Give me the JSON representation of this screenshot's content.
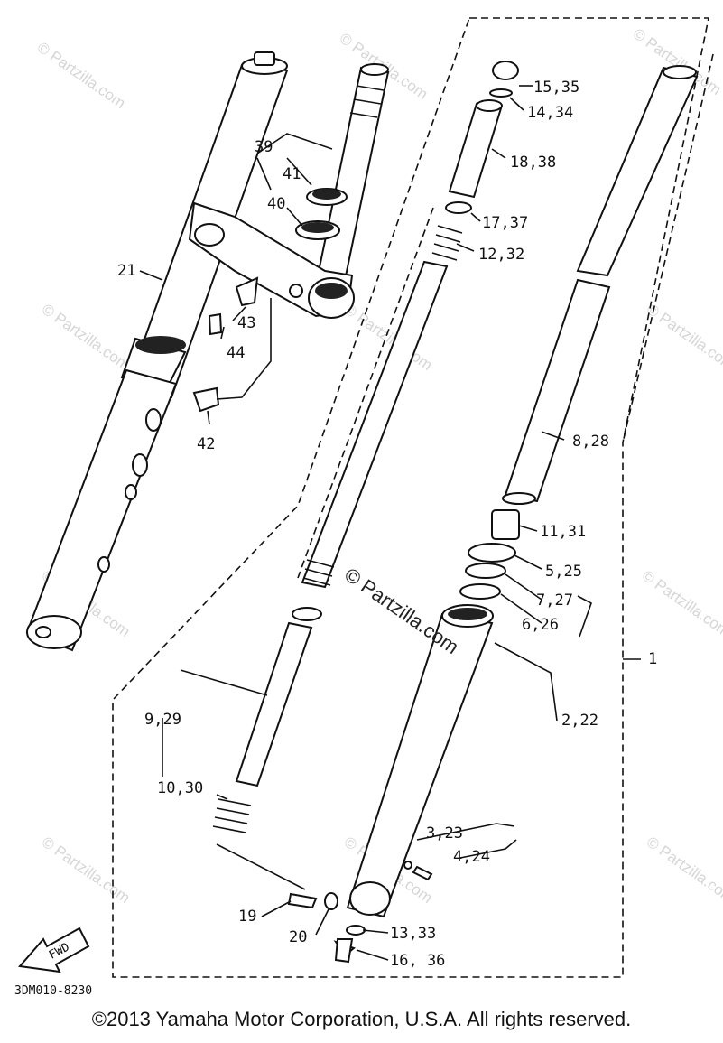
{
  "diagram": {
    "ref_code": "3DM010-8230",
    "fwd_label": "FWD",
    "copyright": "©2013 Yamaha Motor Corporation, U.S.A. All rights reserved.",
    "center_watermark": "© Partzilla.com",
    "watermark_text": "© Partzilla.com",
    "callouts": [
      {
        "id": "c15",
        "text": "15,35"
      },
      {
        "id": "c14",
        "text": "14,34"
      },
      {
        "id": "c18",
        "text": "18,38"
      },
      {
        "id": "c17",
        "text": "17,37"
      },
      {
        "id": "c12",
        "text": "12,32"
      },
      {
        "id": "c39",
        "text": "39"
      },
      {
        "id": "c41",
        "text": "41"
      },
      {
        "id": "c40",
        "text": "40"
      },
      {
        "id": "c21",
        "text": "21"
      },
      {
        "id": "c43",
        "text": "43"
      },
      {
        "id": "c44",
        "text": "44"
      },
      {
        "id": "c42",
        "text": "42"
      },
      {
        "id": "c8",
        "text": "8,28"
      },
      {
        "id": "c11",
        "text": "11,31"
      },
      {
        "id": "c5",
        "text": "5,25"
      },
      {
        "id": "c7",
        "text": "7,27"
      },
      {
        "id": "c6",
        "text": "6,26"
      },
      {
        "id": "c1",
        "text": "1"
      },
      {
        "id": "c9",
        "text": "9,29"
      },
      {
        "id": "c2",
        "text": "2,22"
      },
      {
        "id": "c10",
        "text": "10,30"
      },
      {
        "id": "c3",
        "text": "3,23"
      },
      {
        "id": "c4",
        "text": "4,24"
      },
      {
        "id": "c19",
        "text": "19"
      },
      {
        "id": "c20",
        "text": "20"
      },
      {
        "id": "c13",
        "text": "13,33"
      },
      {
        "id": "c16",
        "text": "16, 36"
      }
    ]
  }
}
